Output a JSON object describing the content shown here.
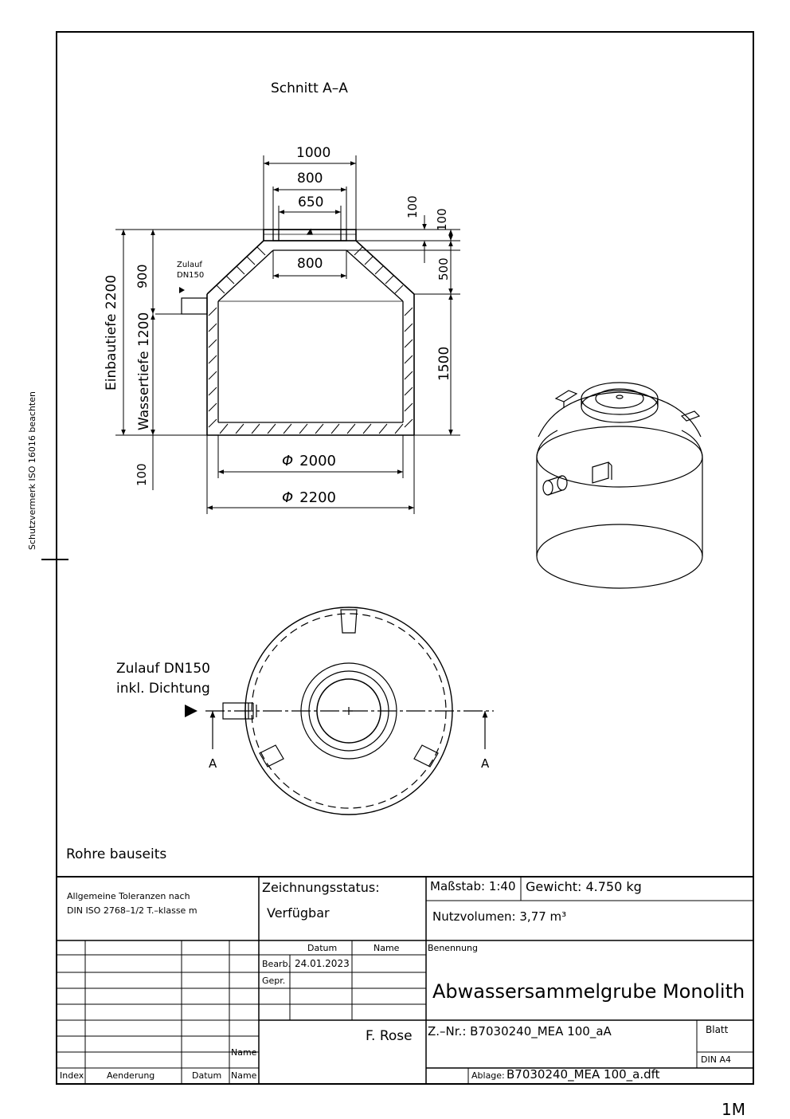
{
  "section_title": "Schnitt A–A",
  "protection_note": "Schutzvermerk ISO 16016 beachten",
  "dimensions": {
    "top_outer": "1000",
    "top_mid": "800",
    "top_inner": "650",
    "neck_inner": "800",
    "collar_height": "100",
    "collar_height_right": "100",
    "cone_height": "500",
    "body_height": "1500",
    "install_depth": "Einbautiefe  2200",
    "inlet_depth": "900",
    "water_depth": "Wassertiefe 1200",
    "base_thickness": "100",
    "inner_diameter": "2000",
    "outer_diameter": "2200",
    "diameter_symbol": "Φ"
  },
  "inlet_section_label": "Zulauf\nDN150",
  "plan_inlet_label_line1": "Zulauf DN150",
  "plan_inlet_label_line2": "inkl. Dichtung",
  "section_marker_left": "A",
  "section_marker_right": "A",
  "pipes_note": "Rohre bauseits",
  "title_block": {
    "tolerances_line1": "Allgemeine Toleranzen nach",
    "tolerances_line2": "DIN ISO 2768–1/2 T.–klasse m",
    "status_label": "Zeichnungsstatus:",
    "status_value": "Verfügbar",
    "scale": "Maßstab: 1:40",
    "weight": "Gewicht: 4.750 kg",
    "volume": "Nutzvolumen: 3,77 m³",
    "col_datum": "Datum",
    "col_name": "Name",
    "row_bearb": "Bearb.",
    "row_gepr": "Gepr.",
    "bearb_date": "24.01.2023",
    "benennung_label": "Benennung",
    "title": "Abwassersammelgrube Monolith",
    "author": "F. Rose",
    "drawing_no": "Z.–Nr.: B7030240_MEA 100_aA",
    "sheet_label": "Blatt",
    "format": "DIN A4",
    "ablage_label": "Ablage:",
    "ablage_value": "B7030240_MEA 100_a.dft",
    "rev_name_header": "Name",
    "rev_index": "Index",
    "rev_change": "Aenderung",
    "rev_datum": "Datum",
    "rev_name": "Name"
  },
  "sheet_mark": "1M"
}
